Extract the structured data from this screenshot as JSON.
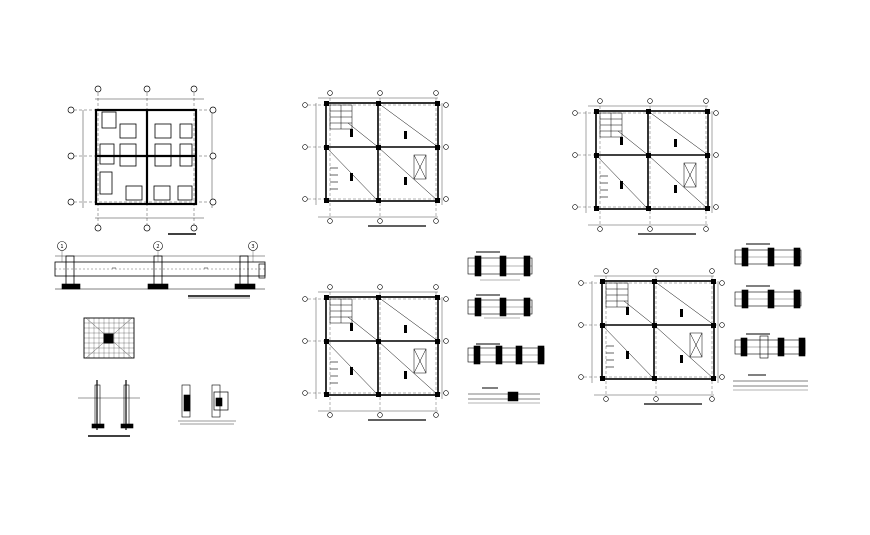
{
  "drawing": {
    "background": "#ffffff",
    "line_color": "#000000",
    "section_grid_markers": [
      "1",
      "2",
      "3"
    ]
  }
}
